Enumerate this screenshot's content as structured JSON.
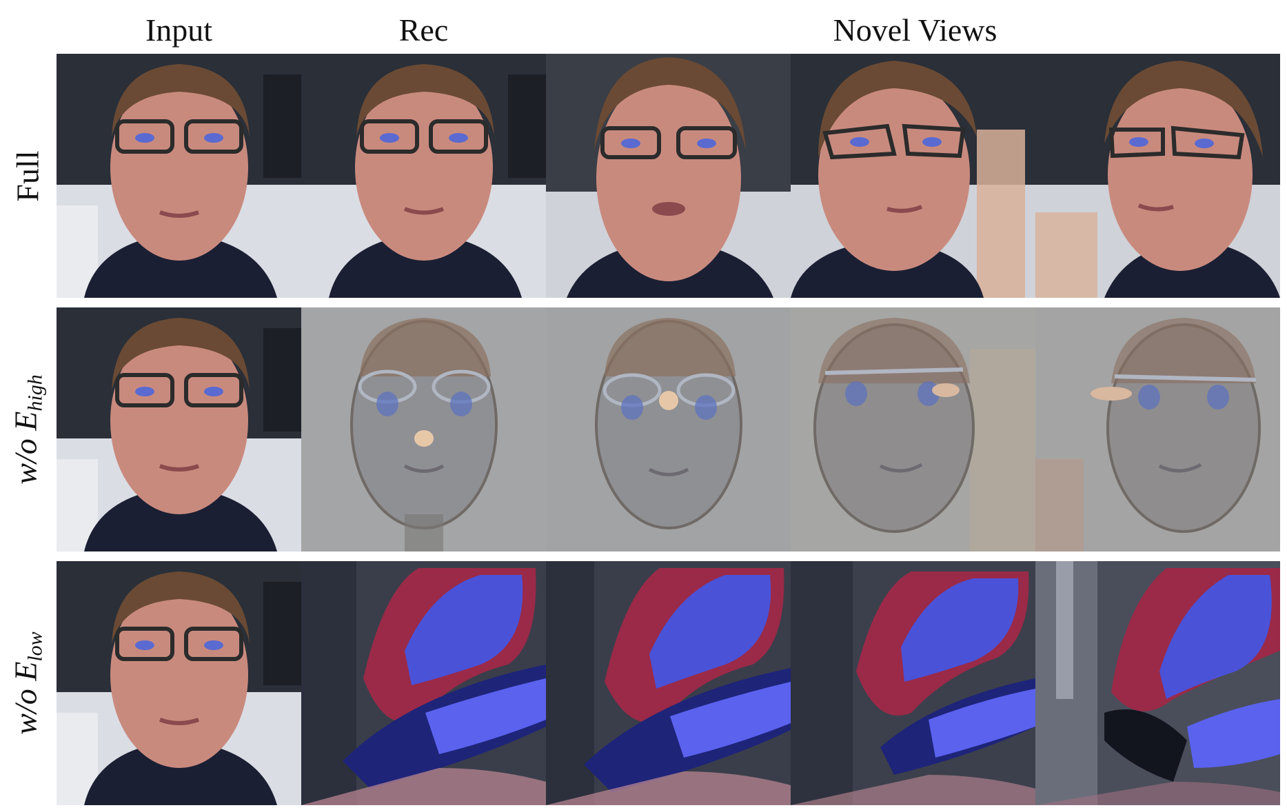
{
  "headers": {
    "input": "Input",
    "rec": "Rec",
    "novel": "Novel Views"
  },
  "rows": [
    {
      "label_main": "Full",
      "label_sub": ""
    },
    {
      "label_main": "w/o E",
      "label_sub": "high"
    },
    {
      "label_main": "w/o E",
      "label_sub": "low"
    }
  ],
  "colors": {
    "skin": "#c98a7e",
    "hair": "#6a4a34",
    "shirt": "#1b1f33",
    "wall_dark": "#2a2f38",
    "wall_light": "#dadde4",
    "gray_tex": "#9a9ca0",
    "artifact_red": "#9a2a48",
    "artifact_blue": "#4a52d8"
  }
}
